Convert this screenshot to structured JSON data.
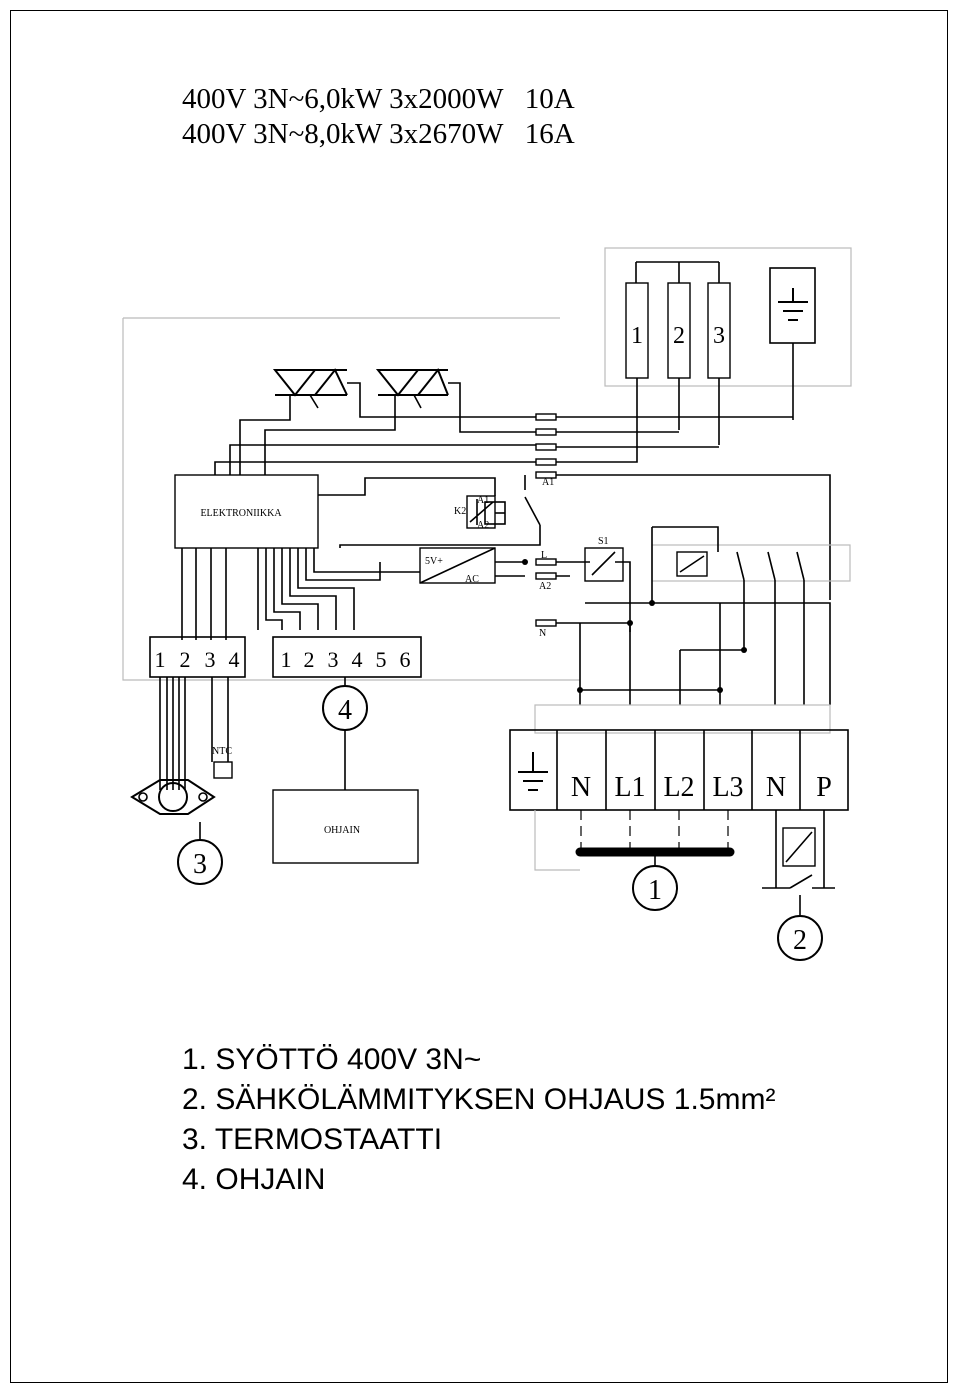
{
  "header": {
    "line1": "400V 3N~6,0kW 3x2000W   10A",
    "line2": "400V 3N~8,0kW 3x2670W   16A"
  },
  "heaters": [
    "1",
    "2",
    "3"
  ],
  "labels": {
    "electronics": "ELEKTRONIIKKA",
    "k2": "K2",
    "a1_relay": "A1",
    "a2_relay": "A2",
    "a1_top": "A1",
    "supply_5v": "5V+",
    "supply_ac": "AC",
    "l_term": "L",
    "a2_term": "A2",
    "s1": "S1",
    "n_term": "N",
    "ntc": "NTC",
    "controller": "OHJAIN"
  },
  "terminals_left": [
    "1",
    "2",
    "3",
    "4"
  ],
  "terminals_mid": [
    "1",
    "2",
    "3",
    "4",
    "5",
    "6"
  ],
  "terminal_block": [
    "N",
    "L1",
    "L2",
    "L3",
    "N",
    "P"
  ],
  "callouts": {
    "c1": "1",
    "c2": "2",
    "c3": "3",
    "c4": "4"
  },
  "legend": {
    "item1": "1. SYÖTTÖ 400V 3N~",
    "item2": "2. SÄHKÖLÄMMITYKSEN OHJAUS 1.5mm²",
    "item3": "3. TERMOSTAATTI",
    "item4": "4. OHJAIN"
  }
}
